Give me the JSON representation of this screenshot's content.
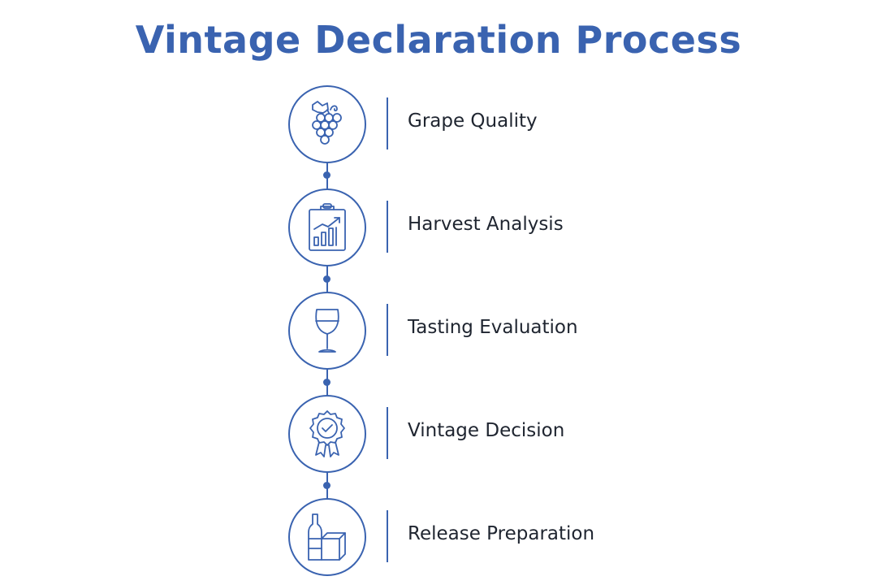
{
  "title": "Vintage Declaration Process",
  "colors": {
    "accent": "#3a63b0",
    "text": "#1f2530"
  },
  "steps": [
    {
      "label": "Grape Quality",
      "icon": "grape-cluster-icon"
    },
    {
      "label": "Harvest Analysis",
      "icon": "clipboard-chart-icon"
    },
    {
      "label": "Tasting Evaluation",
      "icon": "wine-glass-icon"
    },
    {
      "label": "Vintage Decision",
      "icon": "award-seal-check-icon"
    },
    {
      "label": "Release Preparation",
      "icon": "bottle-box-icon"
    }
  ]
}
